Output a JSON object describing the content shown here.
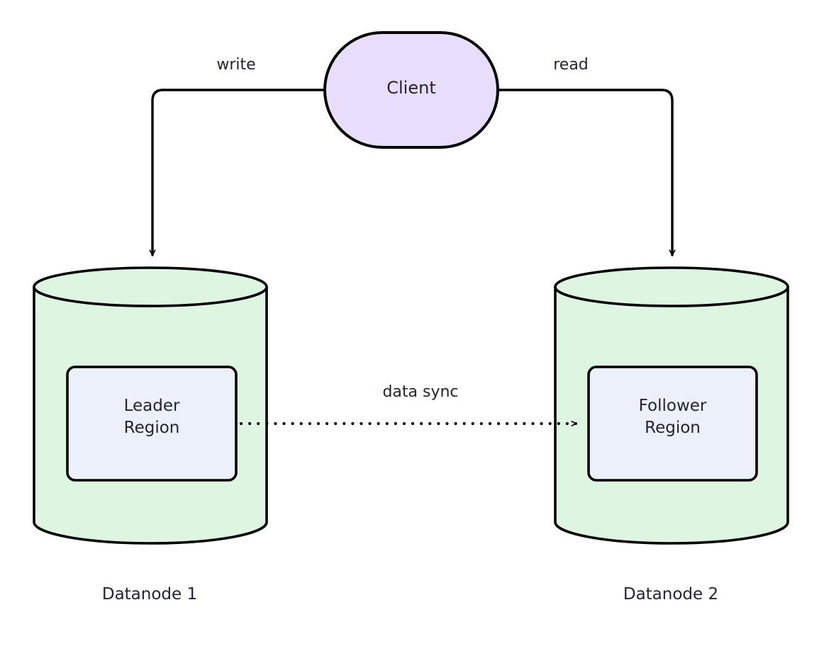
{
  "diagram": {
    "title": "Datanode leader/follower replication diagram",
    "background_color": "#ffffff",
    "stroke_color": "#000000",
    "text_color": "#232530"
  },
  "nodes": {
    "client": {
      "label": "Client",
      "shape": "stadium",
      "fill": "#E8DEFB",
      "stroke": "#000000"
    },
    "datanode1": {
      "caption": "Datanode 1",
      "shape": "cylinder",
      "fill": "#DEF5E1",
      "stroke": "#000000",
      "region": {
        "label": "Leader\nRegion",
        "line1": "Leader",
        "line2": "Region",
        "fill": "#ECF0FB",
        "stroke": "#000000"
      }
    },
    "datanode2": {
      "caption": "Datanode 2",
      "shape": "cylinder",
      "fill": "#DEF5E1",
      "stroke": "#000000",
      "region": {
        "label": "Follower\nRegion",
        "line1": "Follower",
        "line2": "Region",
        "fill": "#ECF0FB",
        "stroke": "#000000"
      }
    }
  },
  "edges": [
    {
      "id": "write",
      "label": "write",
      "from": "client",
      "to": "datanode1",
      "style": "solid",
      "arrowhead": "open"
    },
    {
      "id": "read",
      "label": "read",
      "from": "client",
      "to": "datanode2",
      "style": "solid",
      "arrowhead": "open"
    },
    {
      "id": "data-sync",
      "label": "data sync",
      "from": "leader-region",
      "to": "follower-region",
      "style": "dotted",
      "arrowhead": "open"
    }
  ]
}
